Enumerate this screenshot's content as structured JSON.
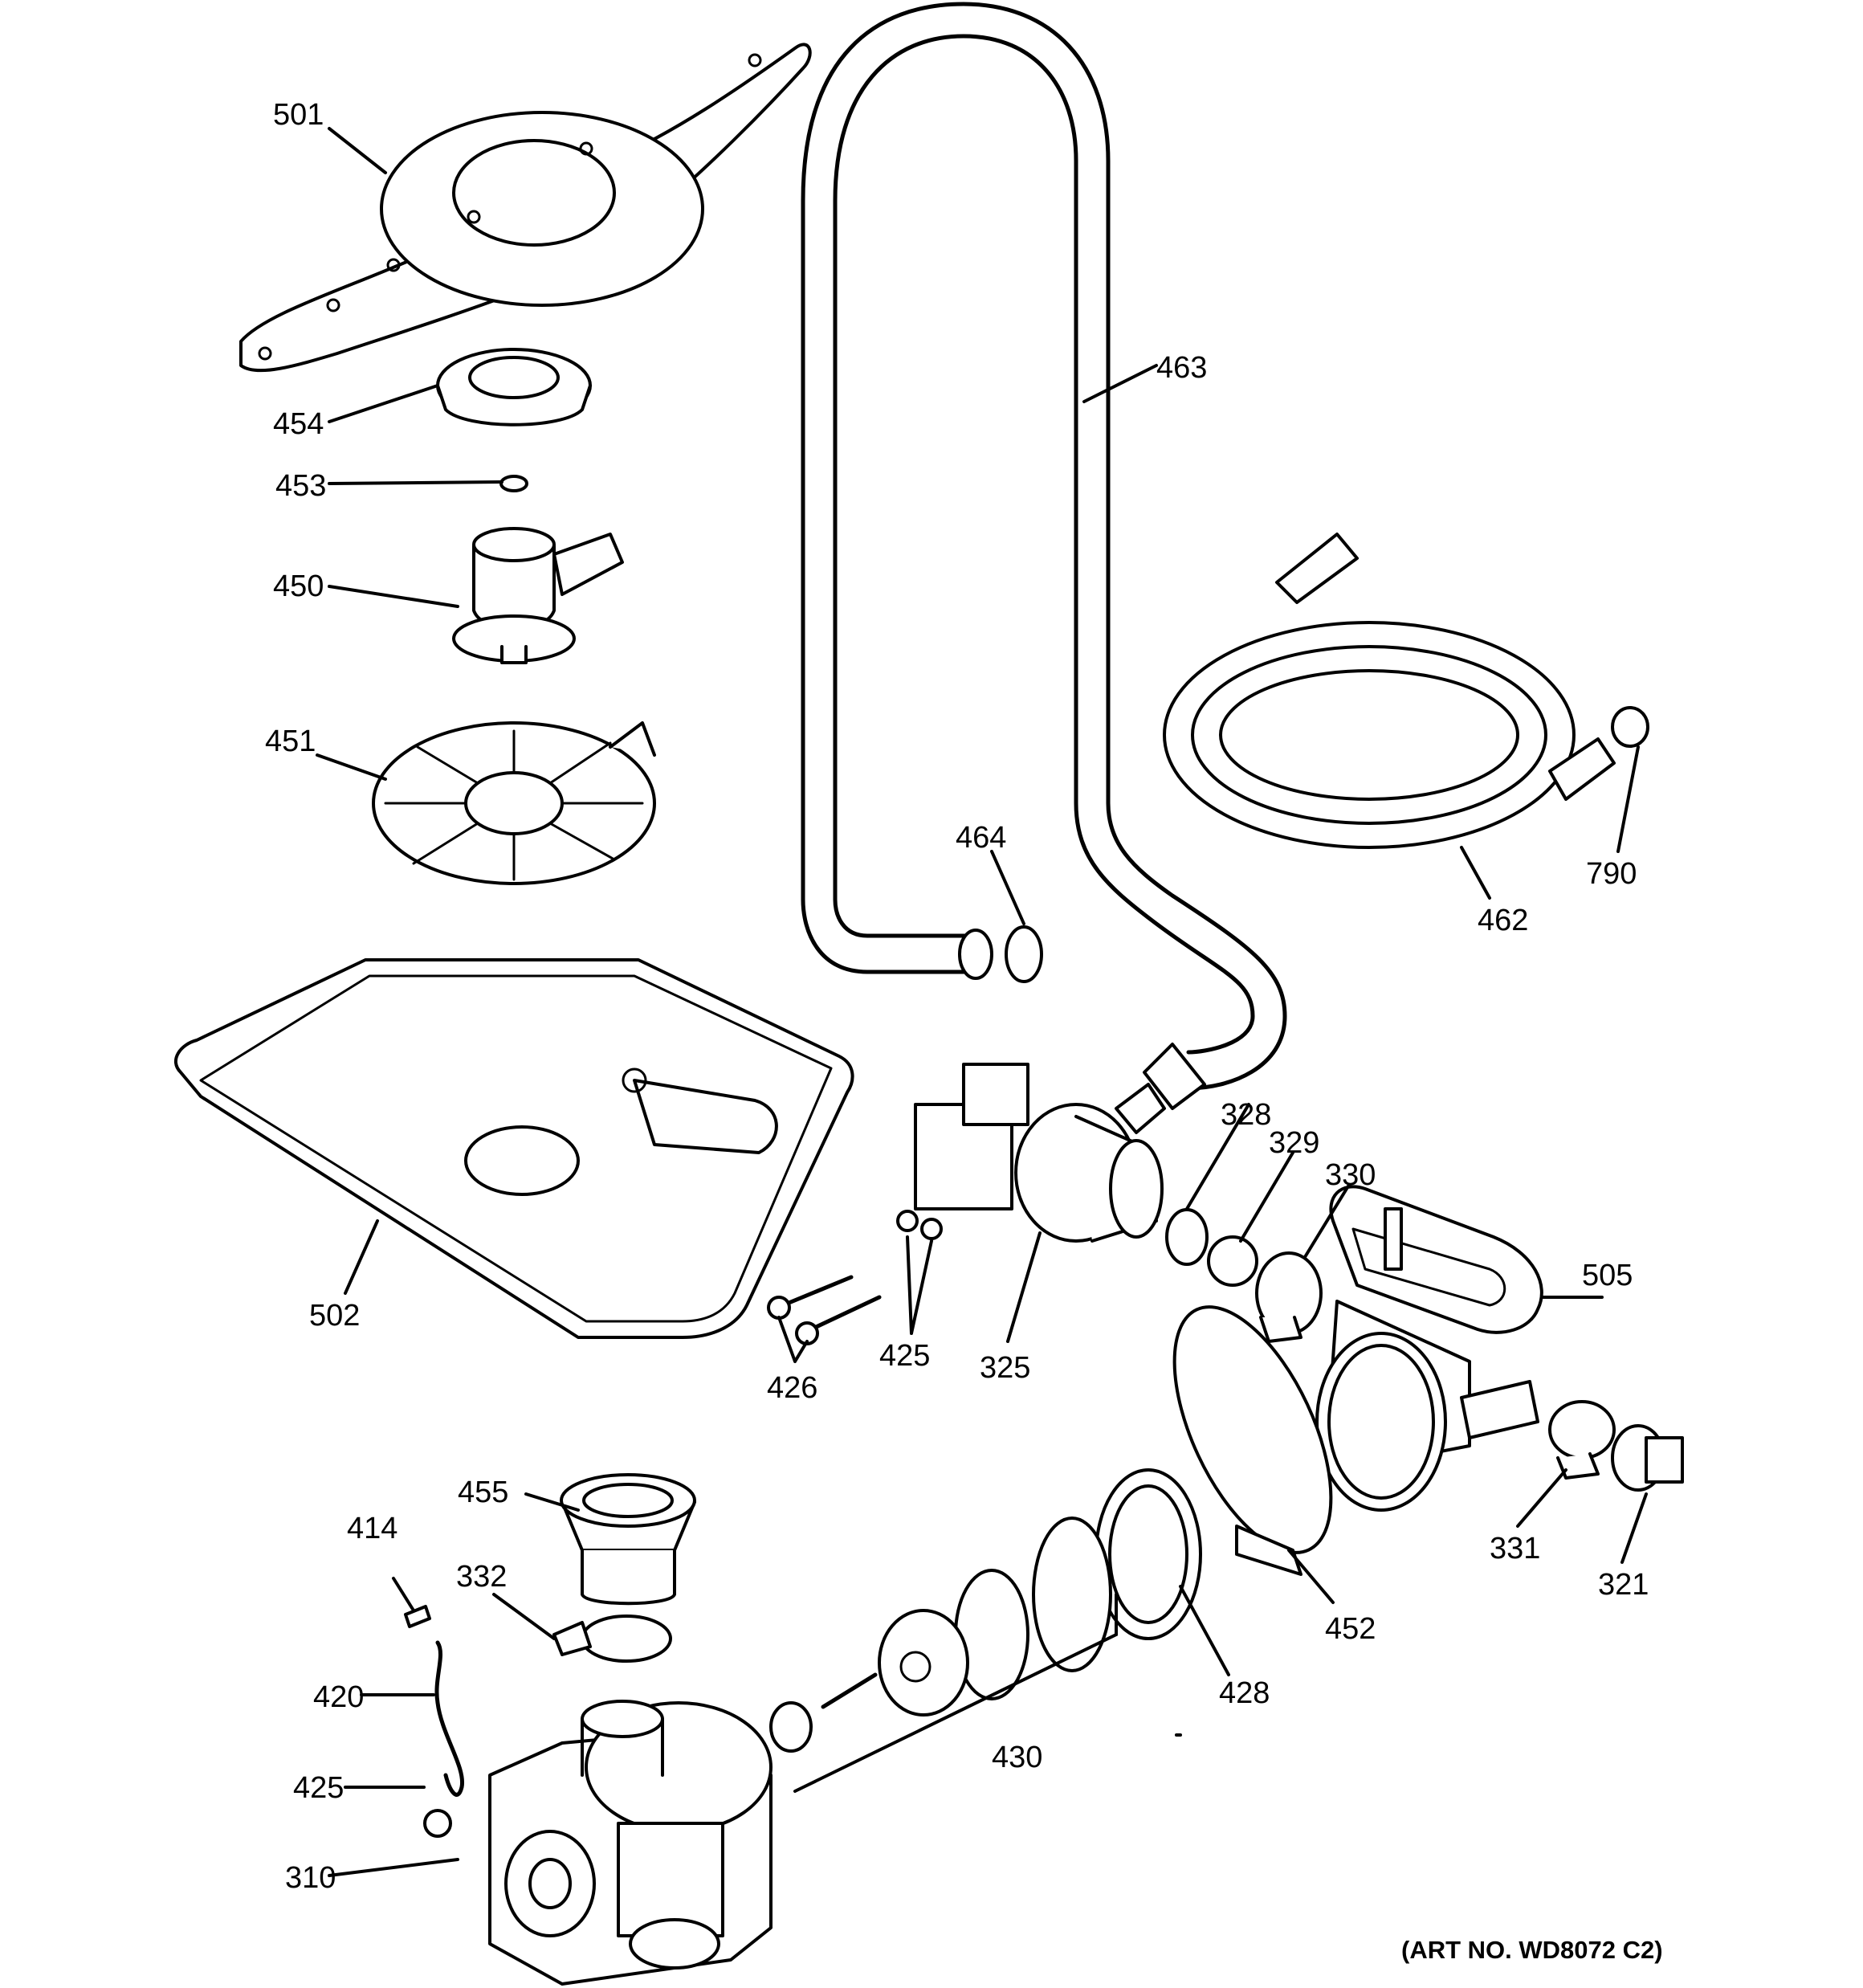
{
  "diagram": {
    "art_number": "(ART NO. WD8072 C2)",
    "callouts": {
      "p501": "501",
      "p454": "454",
      "p453": "453",
      "p450": "450",
      "p451": "451",
      "p502": "502",
      "p463": "463",
      "p464": "464",
      "p462": "462",
      "p790": "790",
      "p328": "328",
      "p329": "329",
      "p330": "330",
      "p505": "505",
      "p325": "325",
      "p425a": "425",
      "p426": "426",
      "p455": "455",
      "p414": "414",
      "p332": "332",
      "p420": "420",
      "p425b": "425",
      "p310": "310",
      "p430": "430",
      "p428": "428",
      "p452": "452",
      "p331": "331",
      "p321": "321"
    }
  }
}
